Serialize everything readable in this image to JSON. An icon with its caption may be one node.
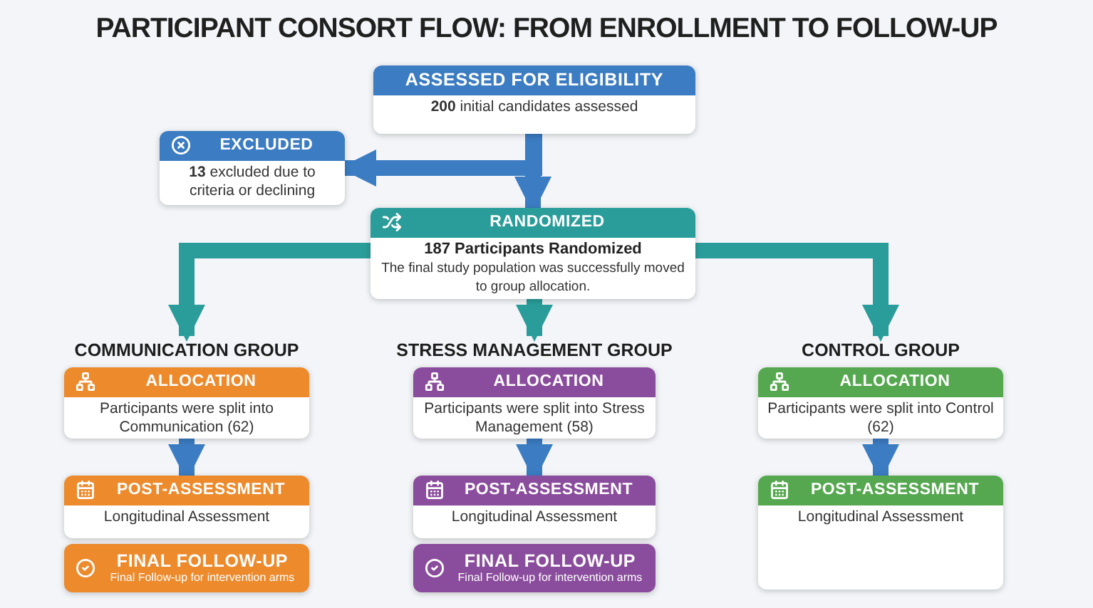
{
  "diagram": {
    "title": "PARTICIPANT CONSORT FLOW: FROM ENROLLMENT TO FOLLOW-UP",
    "nodes": [
      {
        "text": [
          "ASSESSED FOR ELIGIBILITY",
          "**200** initial candidates assessed"
        ]
      },
      {
        "text": [
          "EXCLUDED",
          "**13** excluded due to criteria or declining"
        ]
      },
      {
        "text": [
          "RANDOMIZED",
          "187 Participants Randomized",
          "The final study population was successfully moved to group allocation."
        ]
      },
      {
        "text": [
          "COMMUNICATION GROUP",
          "ALLOCATION",
          "Participants were split into Communication (62)"
        ]
      },
      {
        "text": [
          "POST-ASSESSMENT",
          "Longitudinal Assessment"
        ]
      },
      {
        "text": [
          "FINAL FOLLOW-UP",
          "Final Follow-up for intervention arms"
        ]
      },
      {
        "text": [
          "STRESS MANAGEMENT GROUP",
          "ALLOCATION",
          "Participants were split into Stress Management (58)"
        ]
      },
      {
        "text": [
          "POST-ASSESSMENT",
          "Longitudinal Assessment"
        ]
      },
      {
        "text": [
          "FINAL FOLLOW-UP",
          "Final Follow-up for intervention arms"
        ]
      },
      {
        "text": [
          "CONTROL GROUP",
          "ALLOCATION",
          "Participants were split into Control (62)"
        ]
      },
      {
        "text": [
          "POST-ASSESSMENT",
          "Longitudinal Assessment"
        ]
      }
    ],
    "edges": [
      {
        "from": 0,
        "to": 1,
        "arrow": "to"
      },
      {
        "from": 0,
        "to": 2,
        "arrow": "to"
      },
      {
        "from": 2,
        "to": 3,
        "arrow": "to",
        "color": "#2a9d9a"
      },
      {
        "from": 2,
        "to": 6,
        "arrow": "to",
        "color": "#2a9d9a"
      },
      {
        "from": 2,
        "to": 9,
        "arrow": "to",
        "color": "#2a9d9a"
      },
      {
        "from": 3,
        "to": 4,
        "arrow": "to"
      },
      {
        "from": 6,
        "to": 7,
        "arrow": "to"
      },
      {
        "from": 9,
        "to": 10,
        "arrow": "to"
      }
    ]
  }
}
